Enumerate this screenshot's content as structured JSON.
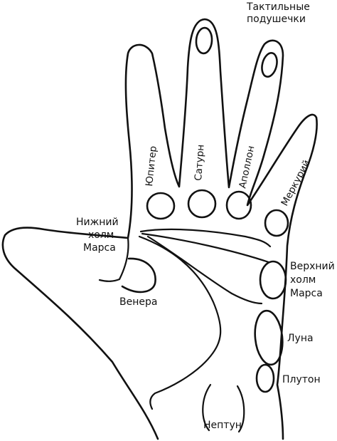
{
  "labels": {
    "tactile_pads": [
      "Тактильные",
      "подушечки"
    ],
    "jupiter": "Юпитер",
    "saturn": "Сатурн",
    "apollo": "Аполлон",
    "mercury": "Меркурий",
    "lower_mars": [
      "Нижний",
      "холм",
      "Марса"
    ],
    "upper_mars": [
      "Верхний",
      "холм",
      "Марса"
    ],
    "venus": "Венера",
    "moon": "Луна",
    "pluto": "Плутон",
    "neptune": "Нептун"
  },
  "colors": {
    "line": "#111111",
    "background": "#ffffff"
  }
}
